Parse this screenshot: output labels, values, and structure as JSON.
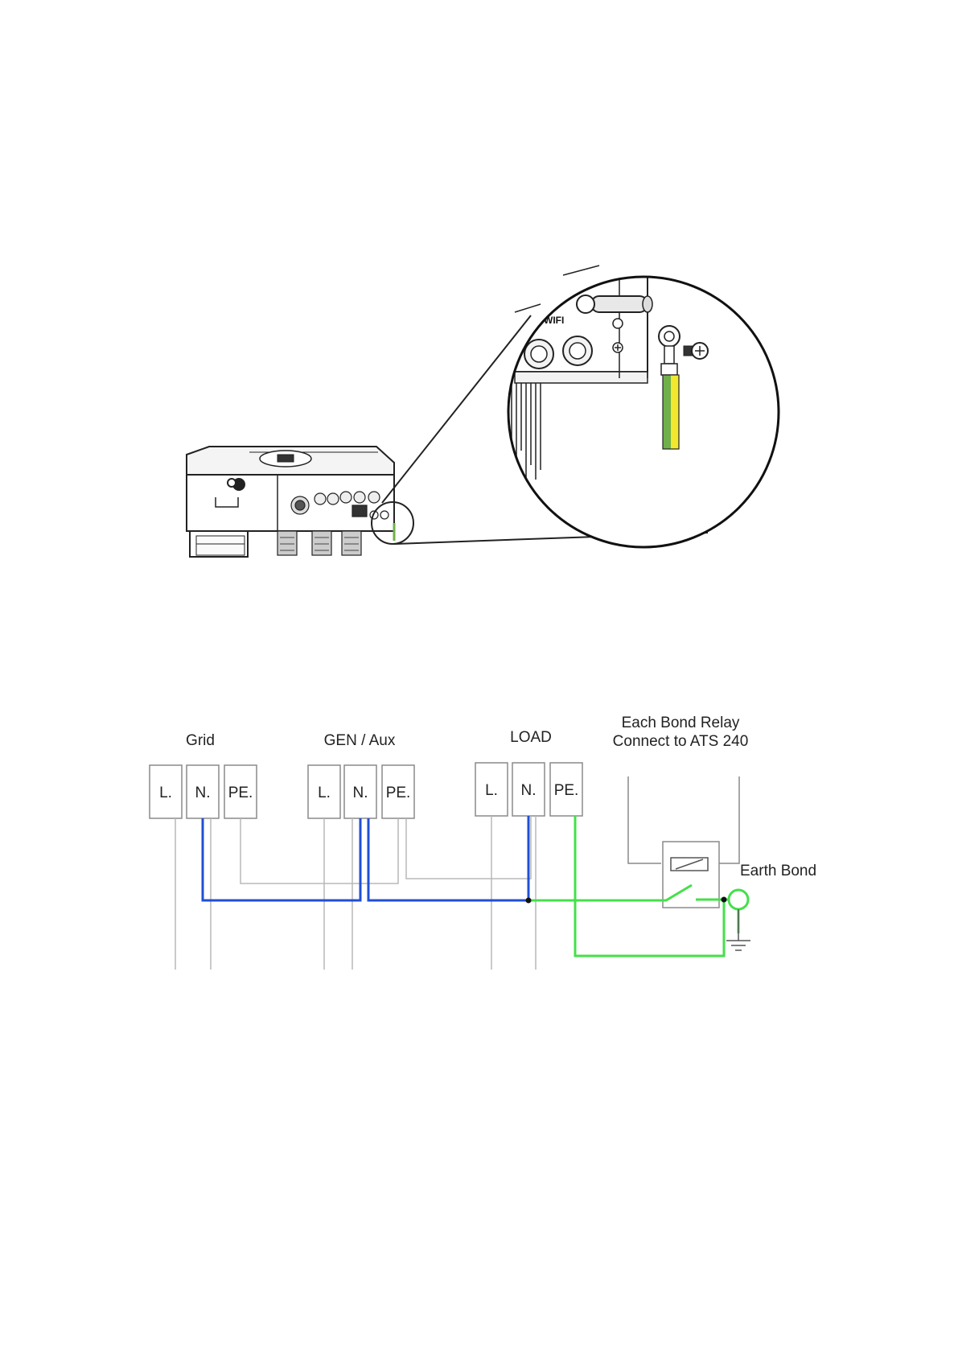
{
  "illustration": {
    "wifi_label": "WIFI"
  },
  "wiring": {
    "groups": [
      {
        "id": "grid",
        "label": "Grid",
        "terminals": [
          "L.",
          "N.",
          "PE."
        ]
      },
      {
        "id": "gen",
        "label": "GEN / Aux",
        "terminals": [
          "L.",
          "N.",
          "PE."
        ]
      },
      {
        "id": "load",
        "label": "LOAD",
        "terminals": [
          "L.",
          "N.",
          "PE."
        ]
      }
    ],
    "relay": {
      "label_line1": "Each Bond Relay",
      "label_line2": "Connect to ATS 240"
    },
    "earth_bond_label": "Earth Bond",
    "colors": {
      "neutral": "#1f4fd6",
      "earth": "#44e04a",
      "line": "#b8b8b8",
      "outline": "#8a8a8a"
    }
  }
}
